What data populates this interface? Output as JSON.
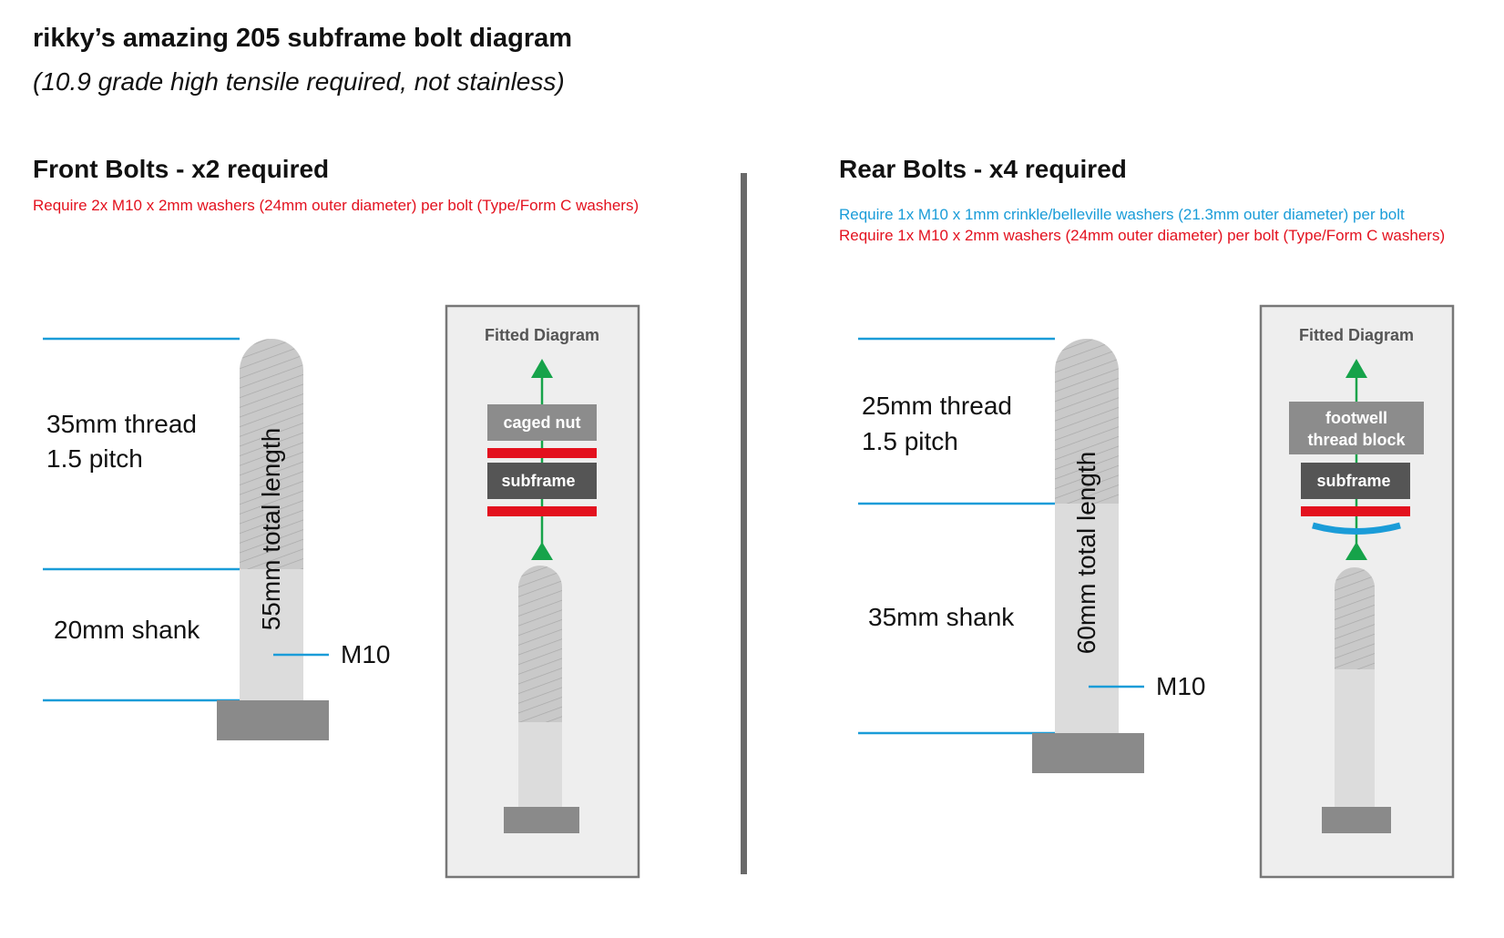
{
  "header": {
    "title": "rikky’s amazing 205 subframe bolt diagram",
    "subtitle": "(10.9 grade high tensile required, not stainless)"
  },
  "colors": {
    "blue": "#1a9cd8",
    "red": "#e3111e",
    "green": "#16a34a",
    "bolt_thread": "#c9c9c9",
    "bolt_shank": "#dcdcdc",
    "bolt_head": "#8a8a8a",
    "panel_bg": "#eeeeee",
    "panel_border": "#777777",
    "box_light": "#8c8c8c",
    "box_dark": "#555555"
  },
  "front": {
    "heading": "Front Bolts - x2 required",
    "note_red": "Require 2x M10 x 2mm washers (24mm outer diameter) per bolt  (Type/Form C washers)",
    "thread_label_1": "35mm thread",
    "thread_label_2": "1.5 pitch",
    "shank_label": "20mm shank",
    "total_length": "55mm total length",
    "size": "M10",
    "fitted": {
      "title": "Fitted Diagram",
      "top_box": "caged nut",
      "middle_box": "subframe"
    }
  },
  "rear": {
    "heading": "Rear Bolts - x4 required",
    "note_blue": "Require 1x M10 x 1mm crinkle/belleville washers (21.3mm outer diameter) per bolt",
    "note_red": "Require 1x M10 x 2mm washers (24mm outer diameter) per bolt (Type/Form C washers)",
    "thread_label_1": "25mm thread",
    "thread_label_2": "1.5 pitch",
    "shank_label": "35mm shank",
    "total_length": "60mm total length",
    "size": "M10",
    "fitted": {
      "title": "Fitted Diagram",
      "top_box_line1": "footwell",
      "top_box_line2": "thread block",
      "middle_box": "subframe"
    }
  }
}
